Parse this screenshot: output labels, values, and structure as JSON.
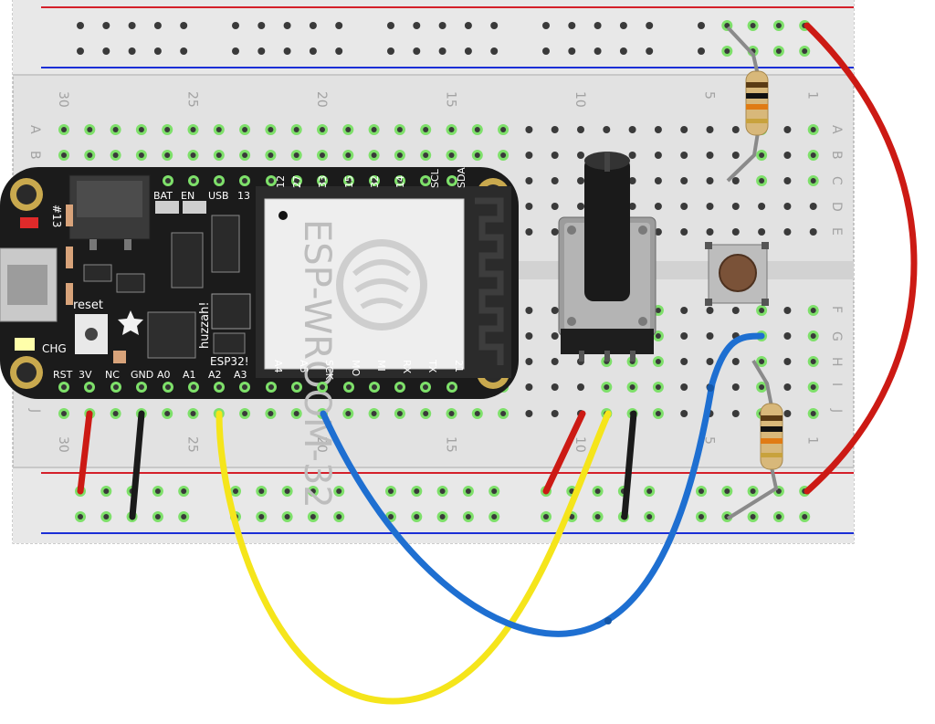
{
  "breadboard": {
    "column_numbers": [
      "30",
      "25",
      "20",
      "15",
      "10",
      "5",
      "1"
    ],
    "row_letters_top": [
      "A",
      "B",
      "C",
      "D",
      "E"
    ],
    "row_letters_bottom": [
      "F",
      "G",
      "H",
      "I",
      "J"
    ]
  },
  "board": {
    "top_labels": [
      "BAT",
      "EN",
      "USB",
      "13",
      "12",
      "27",
      "33",
      "15",
      "32",
      "14",
      "SCL",
      "SDA"
    ],
    "bottom_labels": [
      "RST",
      "3V",
      "NC",
      "GND",
      "A0",
      "A1",
      "A2",
      "A3",
      "A4",
      "A5",
      "SCK",
      "MO",
      "MI",
      "RX",
      "TX",
      "21"
    ],
    "led_label": "#13",
    "reset_label": "reset",
    "charge_label": "CHG",
    "brand_text": "huzzah!",
    "chip_label": "ESP32!",
    "module_text": "ESP-WROOM-32"
  },
  "colors": {
    "wire_red": "#cc1a14",
    "wire_black": "#1a1a1a",
    "wire_yellow": "#f5e51b",
    "wire_blue": "#1e6fd1",
    "breadboard": "#e2e2e2",
    "board_pcb": "#1b1b1b",
    "rail_red_line": "#d4202a",
    "rail_blue_line": "#1b2fd6",
    "connected_hole": "#7ee06a"
  },
  "components": {
    "potentiometer": "potentiometer-knob",
    "button": "tactile-pushbutton",
    "resistors": 2
  }
}
